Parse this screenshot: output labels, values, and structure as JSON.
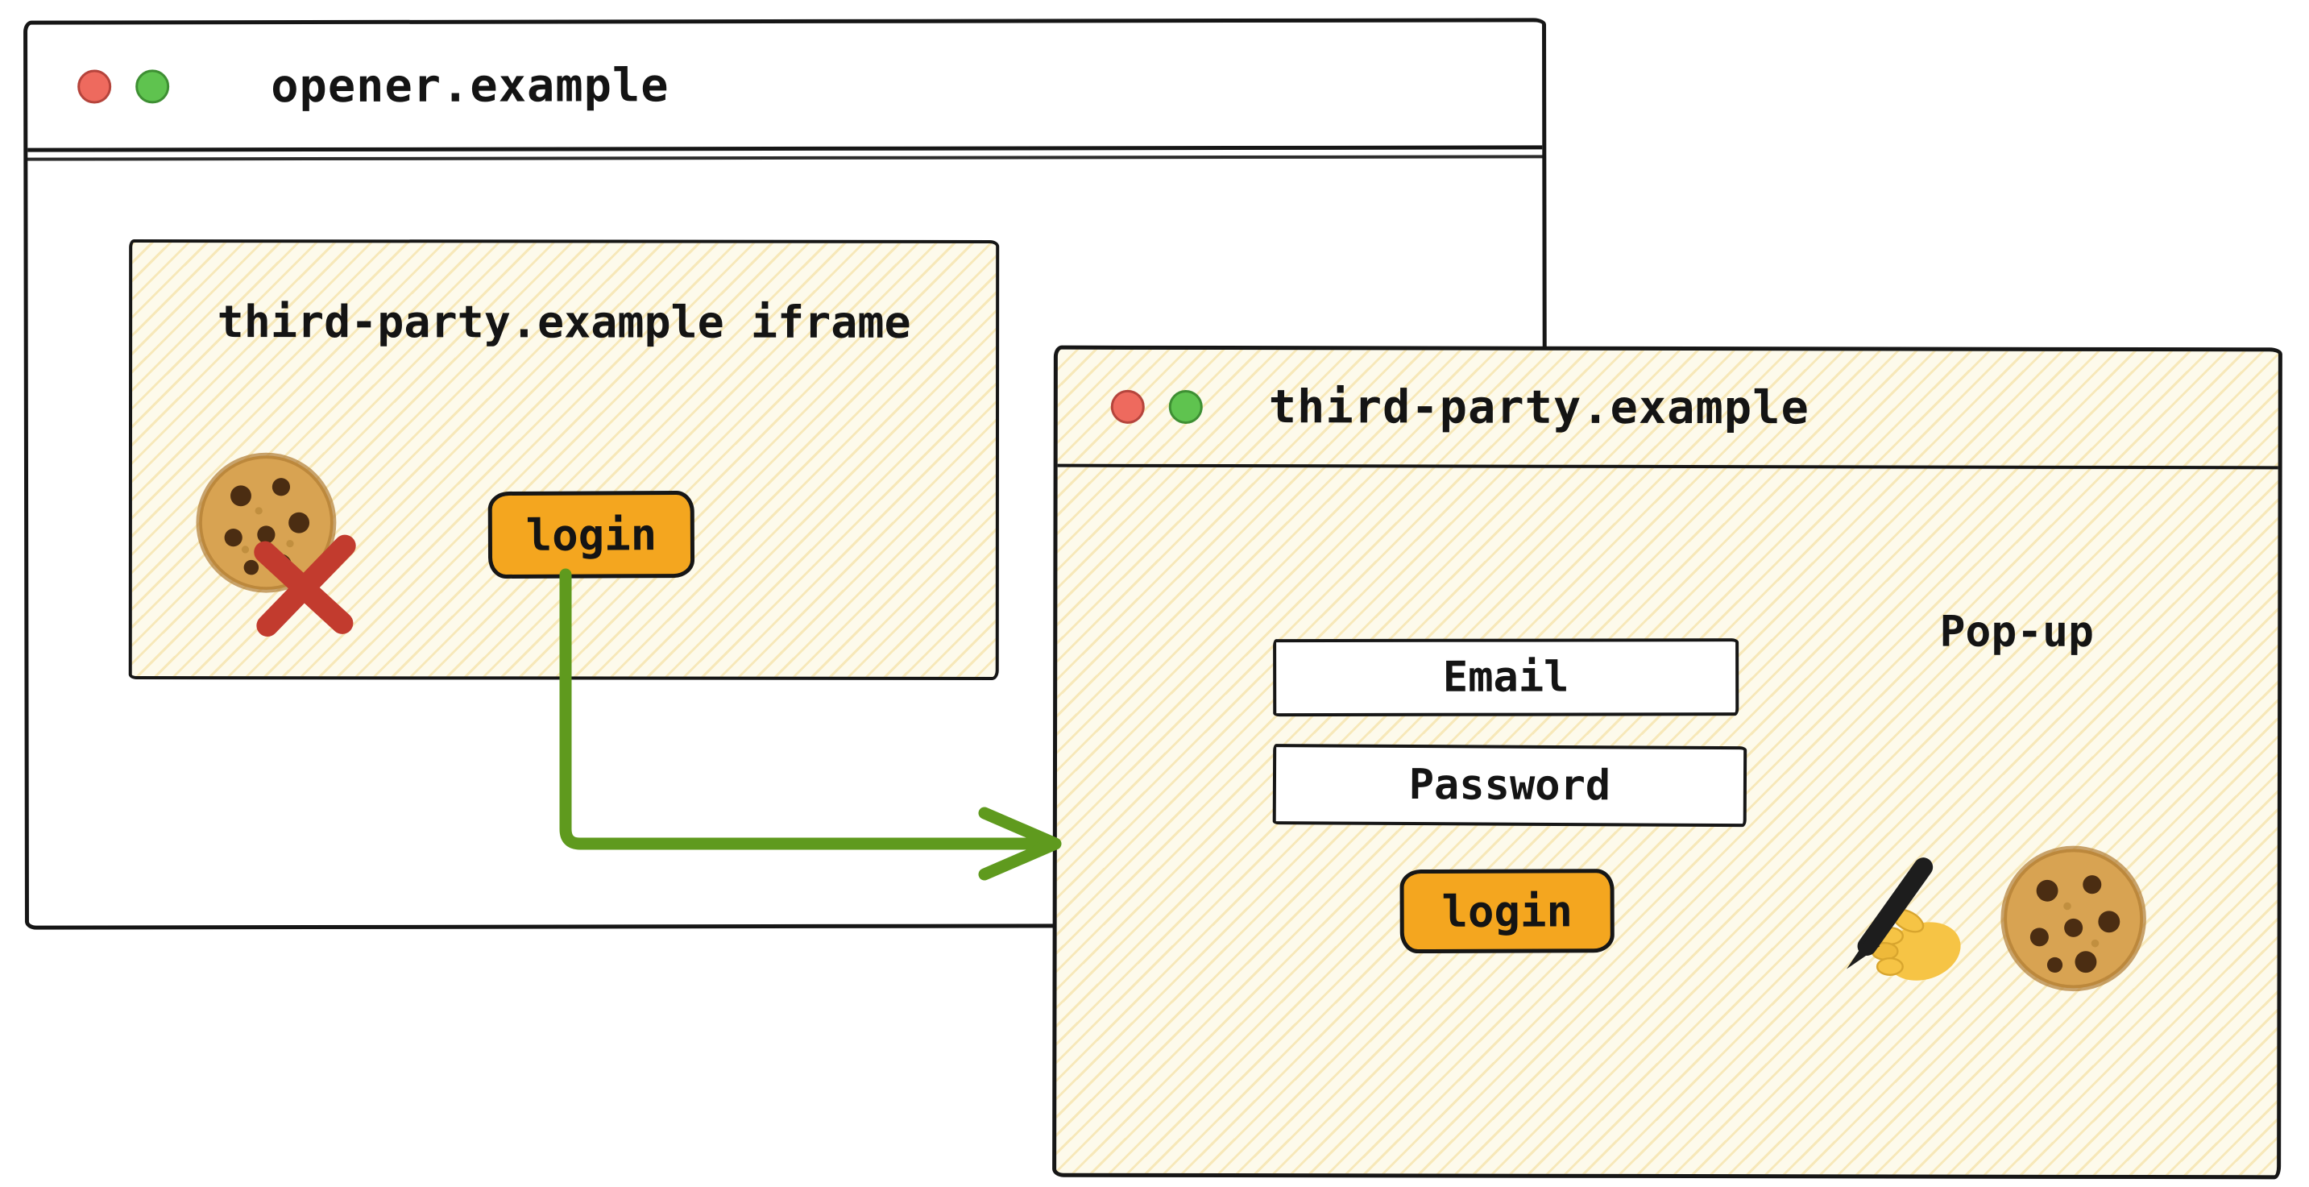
{
  "opener_window": {
    "title": "opener.example",
    "iframe": {
      "label": "third-party.example iframe",
      "login_button_label": "login",
      "blocked_cookie_icon": "cookie-icon-with-red-cross"
    }
  },
  "popup_window": {
    "title": "third-party.example",
    "annotation": "Pop-up",
    "email_placeholder": "Email",
    "password_placeholder": "Password",
    "login_button_label": "login",
    "icons": [
      "writing-hand-icon",
      "cookie-icon"
    ]
  },
  "window_controls": {
    "close_icon": "red-circle",
    "minimize_icon": "green-circle"
  },
  "flow_arrow": {
    "description": "green arrow from iframe login button into popup window",
    "color": "#5f9a1e"
  },
  "colors": {
    "login_button_orange": "#f4a61f",
    "arrow_green": "#5f9a1e",
    "cross_red": "#c23b2e",
    "traffic_red": "#ee6a5e",
    "traffic_green": "#5fc34f",
    "panel_background": "#fdfaeb",
    "hatch_stroke": "#ebc350",
    "outline": "#161616"
  }
}
